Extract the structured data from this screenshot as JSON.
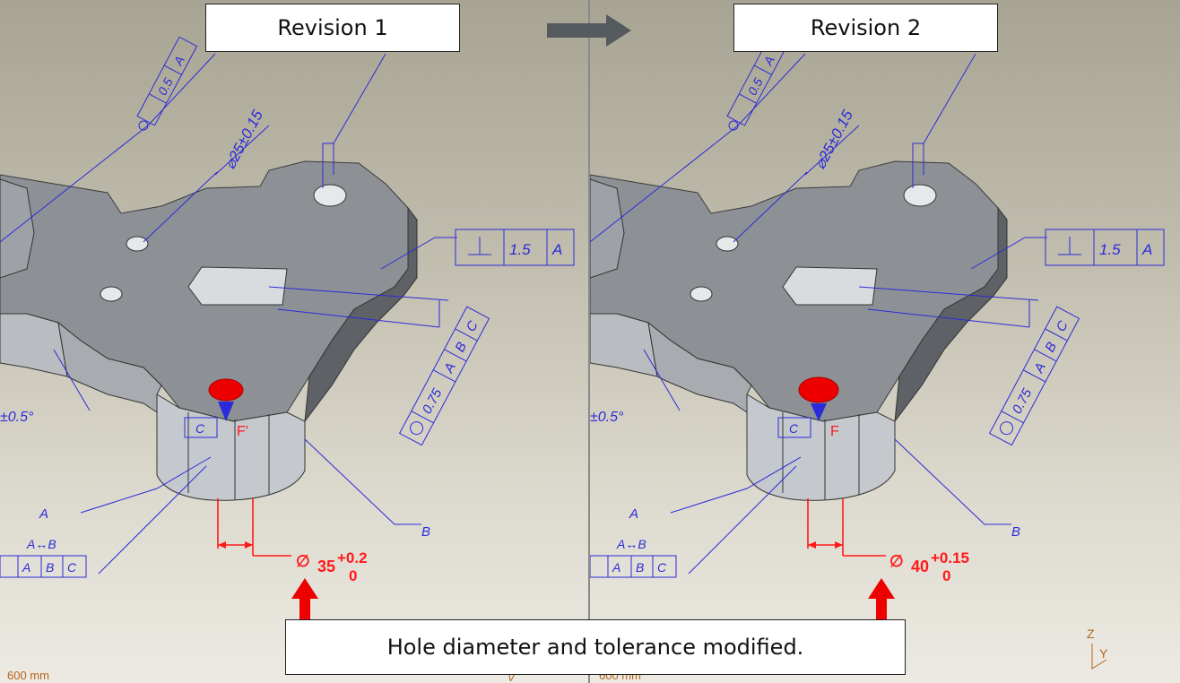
{
  "header": {
    "revision_left": "Revision 1",
    "revision_right": "Revision 2"
  },
  "caption": "Hole diameter and tolerance modified.",
  "scale_label": "600 mm",
  "triad": {
    "z": "Z",
    "y": "Y"
  },
  "annotations": {
    "left": {
      "diameter_symbol": "∅",
      "nominal": "35",
      "upper_tol": "+0.2",
      "lower_tol": "0",
      "datum_feature_label": "F'"
    },
    "right": {
      "diameter_symbol": "∅",
      "nominal": "40",
      "upper_tol": "+0.15",
      "lower_tol": "0",
      "datum_feature_label": "F"
    },
    "common": {
      "fcf_top": "0.5",
      "fcf_top_datum": "A",
      "hole_dim": "⌀25±0.15",
      "perp_value": "1.5",
      "perp_datum": "A",
      "pos_value": "0.75",
      "pos_datums": [
        "A",
        "B",
        "C"
      ],
      "angle_text": "±0.5°",
      "datum_c": "C",
      "datum_a": "A",
      "datum_b": "B",
      "between": "A↔B",
      "bottom_fcf": [
        "A",
        "B",
        "C"
      ]
    }
  },
  "colors": {
    "annotation_blue": "#2b2bd9",
    "modification_red": "#ff1a1a",
    "part_gray": "#8d9196"
  }
}
